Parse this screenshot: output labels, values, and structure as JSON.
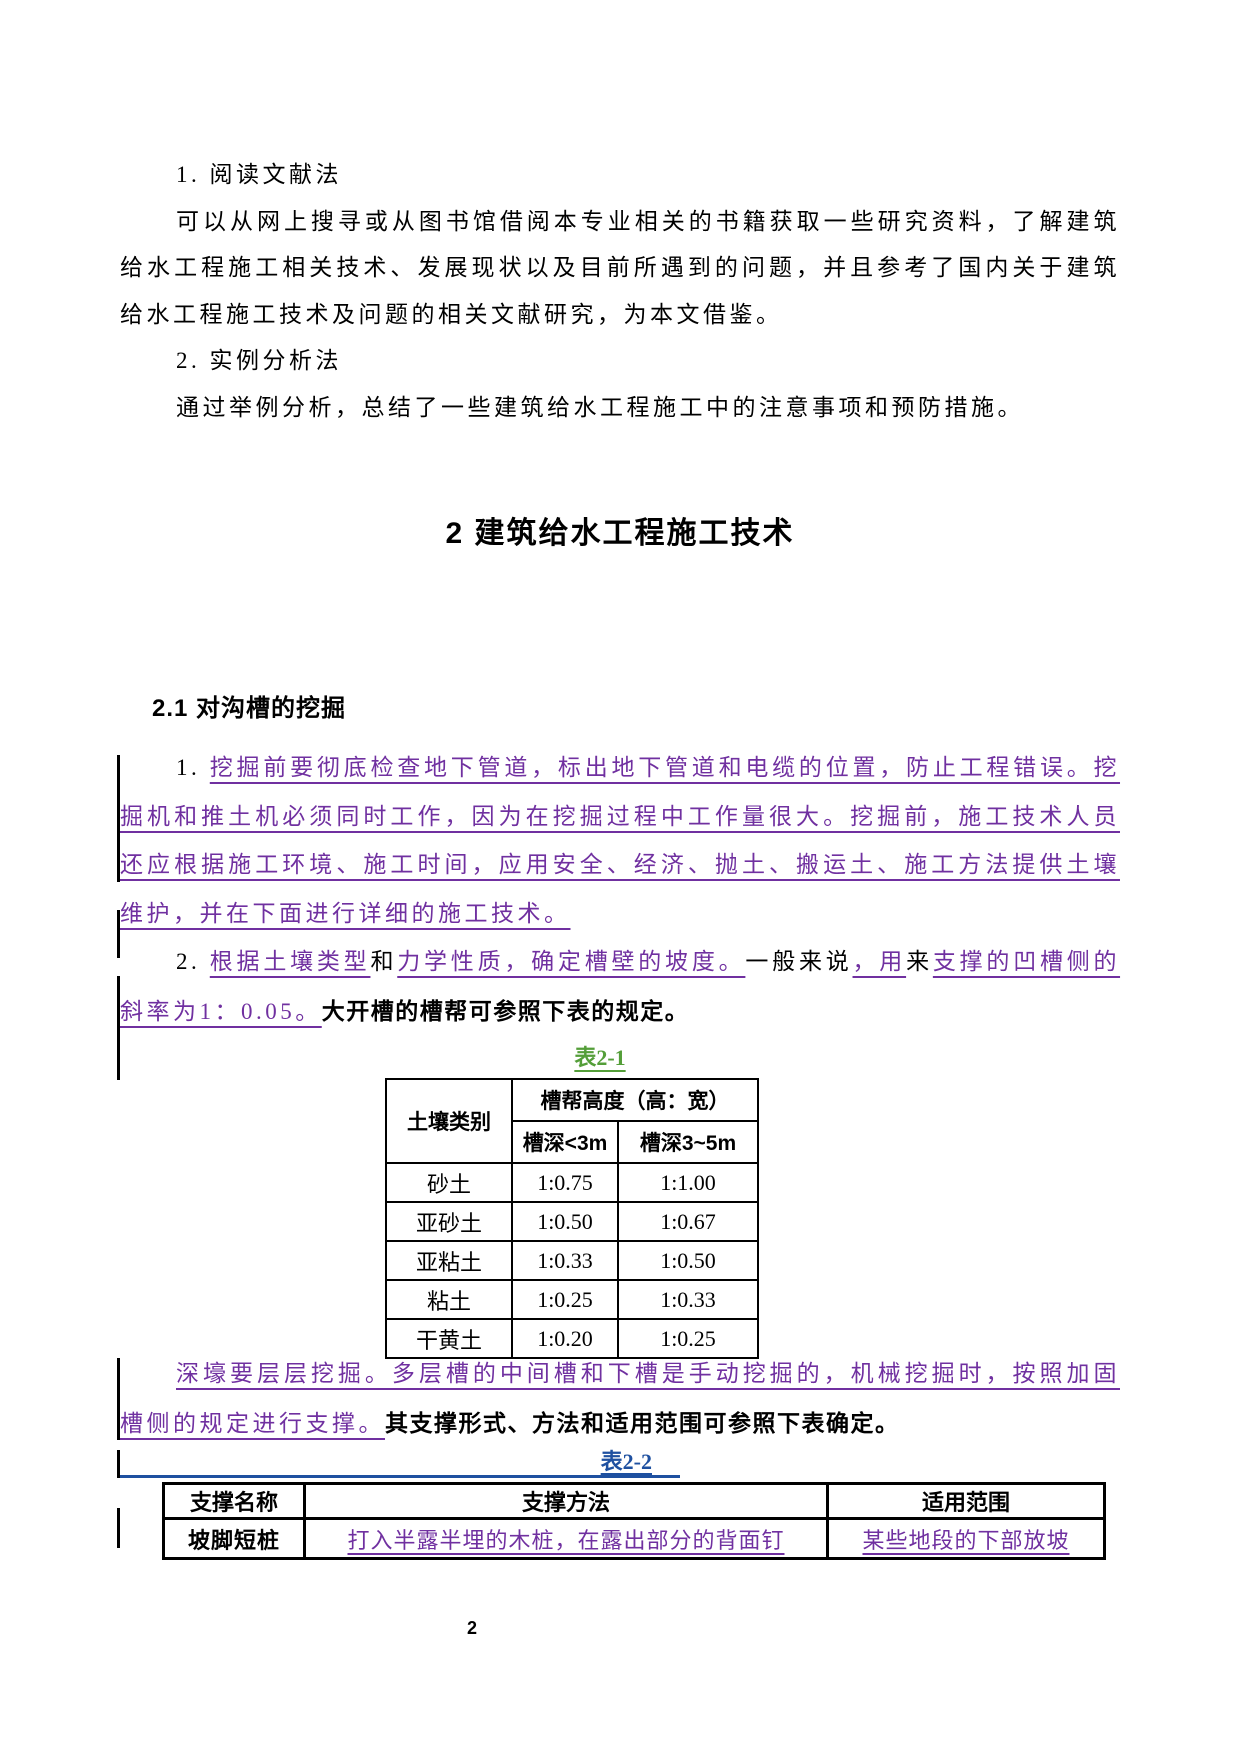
{
  "colors": {
    "purple": "#7030A0",
    "green": "#549E39",
    "blue": "#1E50A0"
  },
  "intro": {
    "method1_title": "1. 阅读文献法",
    "method1_body": "可以从网上搜寻或从图书馆借阅本专业相关的书籍获取一些研究资料，了解建筑给水工程施工相关技术、发展现状以及目前所遇到的问题，并且参考了国内关于建筑给水工程施工技术及问题的相关文献研究，为本文借鉴。",
    "method2_title": "2. 实例分析法",
    "method2_body": "通过举例分析，总结了一些建筑给水工程施工中的注意事项和预防措施。"
  },
  "chapter": {
    "title": "2 建筑给水工程施工技术",
    "section": "2.1 对沟槽的挖掘"
  },
  "paras": {
    "p1": [
      {
        "t": "1. ",
        "s": "k"
      },
      {
        "t": "挖掘前要彻底检查地下管道，标出地下管道和电缆的位置，防止工程错误。挖掘机和推土机必须同时工作，因为在挖掘过程中工作量很大。挖掘前，施工技术人员还应根据施工环境、施工时间，应用安全、经济、抛土、搬运土、施工方法提供土壤维护，并在下面进行详细的施工技术。",
        "s": "p"
      }
    ],
    "p2": [
      {
        "t": "2. ",
        "s": "k"
      },
      {
        "t": "根据土壤类型",
        "s": "p"
      },
      {
        "t": "和",
        "s": "k"
      },
      {
        "t": "力学性质，确定槽壁的坡度。",
        "s": "p"
      },
      {
        "t": "一般来说",
        "s": "k"
      },
      {
        "t": "，用",
        "s": "p"
      },
      {
        "t": "来",
        "s": "k"
      },
      {
        "t": "支撑的凹槽侧的斜率为1：0.05。",
        "s": "p"
      },
      {
        "t": "大开槽的槽帮可参照下表的规定。",
        "s": "b"
      }
    ],
    "p3": [
      {
        "t": "深壕要层层挖掘。多层槽的中间槽和下槽是手动挖掘的，机械挖掘时，按照加固槽侧的规定进行支撑。",
        "s": "p"
      },
      {
        "t": "其支撑形式、方法和适用范围可参照下表确定。",
        "s": "b"
      }
    ]
  },
  "table1": {
    "caption": "表2-1",
    "header_soil": "土壤类别",
    "header_ratio": "槽帮高度（高：宽）",
    "header_d1": "槽深<3m",
    "header_d2": "槽深3~5m",
    "rows": [
      [
        "砂土",
        "1:0.75",
        "1:1.00"
      ],
      [
        "亚砂土",
        "1:0.50",
        "1:0.67"
      ],
      [
        "亚粘土",
        "1:0.33",
        "1:0.50"
      ],
      [
        "粘土",
        "1:0.25",
        "1:0.33"
      ],
      [
        "干黄土",
        "1:0.20",
        "1:0.25"
      ]
    ]
  },
  "table2": {
    "caption": "表2-2",
    "headers": [
      "支撑名称",
      "支撑方法",
      "适用范围"
    ],
    "rows": [
      [
        {
          "t": "坡脚短桩",
          "s": "b"
        },
        {
          "t": "打入半露半埋的木桩，在露出部分的背面钉",
          "s": "p"
        },
        {
          "t": "某些地段的下部放坡",
          "s": "p"
        }
      ]
    ]
  },
  "footer": {
    "page_number": "2"
  }
}
